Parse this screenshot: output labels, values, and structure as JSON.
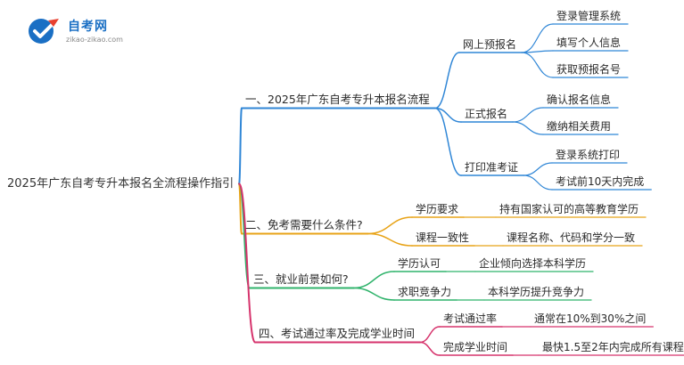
{
  "logo": {
    "title": "自考网",
    "url": "zikao-zikao.com",
    "colors": {
      "primary": "#1a6fc4",
      "accent": "#e8402f"
    }
  },
  "root": {
    "label": "2025年广东自考专升本报名全流程操作指引"
  },
  "branches": [
    {
      "label": "一、2025年广东自考专升本报名流程",
      "color": "#2f86d6",
      "children": [
        {
          "label": "网上预报名",
          "children": [
            "登录管理系统",
            "填写个人信息",
            "获取预报名号"
          ]
        },
        {
          "label": "正式报名",
          "children": [
            "确认报名信息",
            "缴纳相关费用"
          ]
        },
        {
          "label": "打印准考证",
          "children": [
            "登录系统打印",
            "考试前10天内完成"
          ]
        }
      ]
    },
    {
      "label": "二、免考需要什么条件?",
      "color": "#e8a317",
      "children": [
        {
          "label": "学历要求",
          "children": [
            "持有国家认可的高等教育学历"
          ]
        },
        {
          "label": "课程一致性",
          "children": [
            "课程名称、代码和学分一致"
          ]
        }
      ]
    },
    {
      "label": "三、就业前景如何?",
      "color": "#2fb36b",
      "children": [
        {
          "label": "学历认可",
          "children": [
            "企业倾向选择本科学历"
          ]
        },
        {
          "label": "求职竞争力",
          "children": [
            "本科学历提升竞争力"
          ]
        }
      ]
    },
    {
      "label": "四、考试通过率及完成学业时间",
      "color": "#d6336c",
      "children": [
        {
          "label": "考试通过率",
          "children": [
            "通常在10%到30%之间"
          ]
        },
        {
          "label": "完成学业时间",
          "children": [
            "最快1.5至2年内完成所有课程"
          ]
        }
      ]
    }
  ]
}
